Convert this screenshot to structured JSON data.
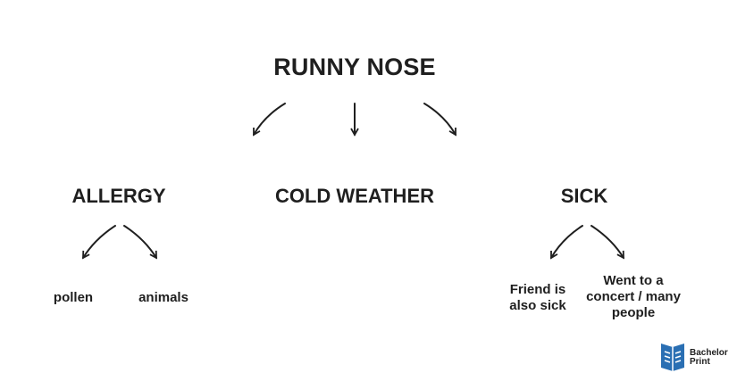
{
  "diagram": {
    "root": {
      "label": "RUNNY NOSE"
    },
    "causes": [
      {
        "label": "ALLERGY",
        "children": [
          "pollen",
          "animals"
        ]
      },
      {
        "label": "COLD WEATHER",
        "children": []
      },
      {
        "label": "SICK",
        "children": [
          "Friend is also sick",
          "Went to a concert / many people"
        ]
      }
    ]
  },
  "logo": {
    "line1": "Bachelor",
    "line2": "Print",
    "color": "#2a6fb3"
  }
}
